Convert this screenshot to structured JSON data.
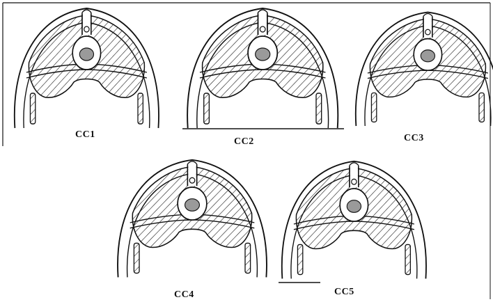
{
  "figure": {
    "sections": [
      {
        "id": "cc1",
        "label": "CC1"
      },
      {
        "id": "cc2",
        "label": "CC2"
      },
      {
        "id": "cc3",
        "label": "CC3"
      },
      {
        "id": "cc4",
        "label": "CC4"
      },
      {
        "id": "cc5",
        "label": "CC5"
      }
    ]
  }
}
